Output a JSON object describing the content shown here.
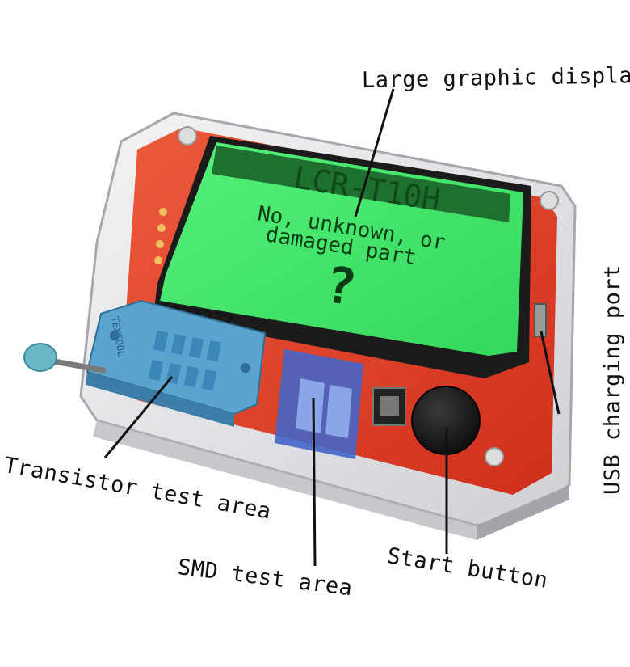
{
  "device": {
    "screen_title": "LCR-T10H",
    "screen_message_line1": "No, unknown, or",
    "screen_message_line2": "damaged part",
    "screen_symbol": "?",
    "socket_pins_label": "1231232",
    "socket_marking": "TEXTOOL"
  },
  "callouts": {
    "display": "Large graphic display",
    "usb": "USB charging port",
    "transistor": "Transistor test area",
    "smd": "SMD test area",
    "start": "Start button"
  },
  "colors": {
    "lcd_green": "#3fe86a",
    "pcb_red": "#e8432a",
    "socket_blue": "#5aa3cf",
    "knob_black": "#151515"
  }
}
